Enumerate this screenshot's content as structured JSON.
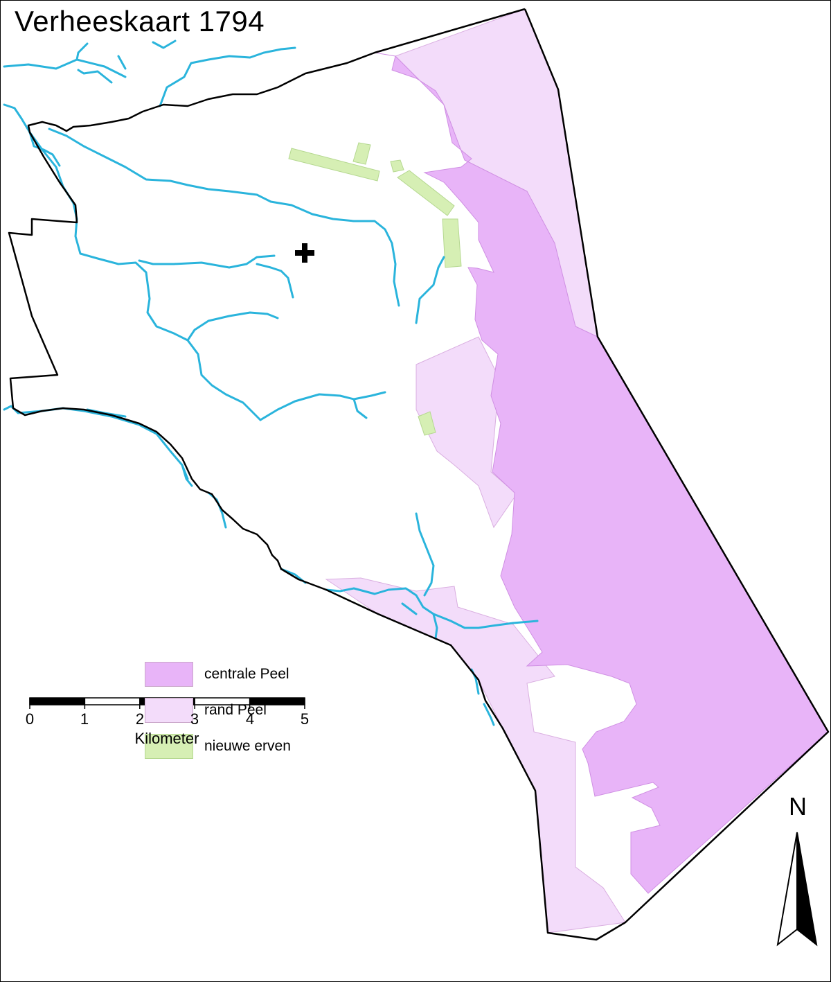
{
  "title": "Verheeskaart 1794",
  "colors": {
    "centrale_peel": "#e8b4f8",
    "rand_peel": "#f3dcfa",
    "nieuwe_erven": "#d6efb4",
    "river": "#2ab4dc",
    "boundary": "#000000"
  },
  "legend": {
    "items": [
      {
        "label": "centrale Peel",
        "color": "#e8b4f8"
      },
      {
        "label": "rand Peel",
        "color": "#f3dcfa"
      },
      {
        "label": "nieuwe erven",
        "color": "#d6efb4"
      }
    ]
  },
  "scalebar": {
    "ticks": [
      "0",
      "1",
      "2",
      "3",
      "4",
      "5"
    ],
    "unit": "Kilometer"
  },
  "north_arrow": {
    "label": "N",
    "icon": "north-arrow-icon"
  },
  "church_marker": {
    "icon": "church-cross-icon"
  }
}
